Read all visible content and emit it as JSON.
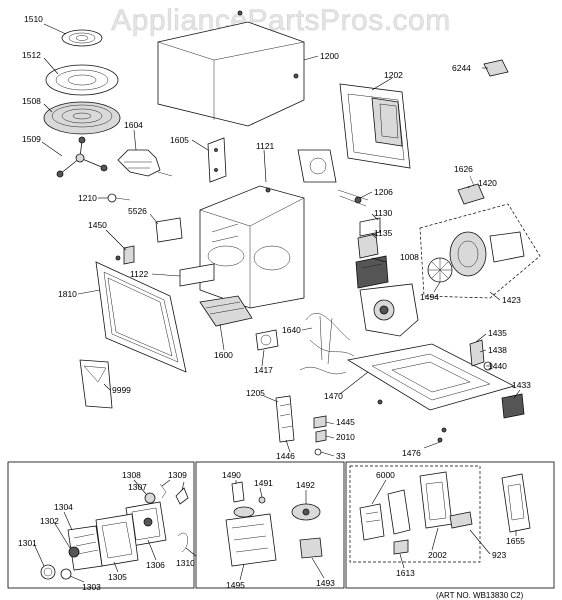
{
  "watermark": "AppliancePartsPros.com",
  "art_no": "(ART NO. WB13830 C2)",
  "labels": {
    "p1510": "1510",
    "p1512": "1512",
    "p1508": "1508",
    "p1509": "1509",
    "p1604": "1604",
    "p1605": "1605",
    "p1200": "1200",
    "p1202": "1202",
    "p6244": "6244",
    "p1121": "1121",
    "p1206": "1206",
    "p1626": "1626",
    "p1420": "1420",
    "p1210": "1210",
    "p5526": "5526",
    "p1450": "1450",
    "p1130": "1130",
    "p1135": "1135",
    "p1008": "1008",
    "p1122": "1122",
    "p1494": "1494",
    "p1423": "1423",
    "p1810": "1810",
    "p1640": "1640",
    "p1600": "1600",
    "p1417": "1417",
    "p1435": "1435",
    "p1438": "1438",
    "p1440": "1440",
    "p9999": "9999",
    "p1470": "1470",
    "p1433": "1433",
    "p1205": "1205",
    "p1445": "1445",
    "p2010": "2010",
    "p1446": "1446",
    "p33": "33",
    "p1476": "1476",
    "p1308": "1308",
    "p1309": "1309",
    "p1307": "1307",
    "p1304": "1304",
    "p1302": "1302",
    "p1301": "1301",
    "p1306": "1306",
    "p1305": "1305",
    "p1303": "1303",
    "p1310": "1310",
    "p1490": "1490",
    "p1491": "1491",
    "p1492": "1492",
    "p1495": "1495",
    "p1493": "1493",
    "p6000": "6000",
    "p1655": "1655",
    "p1613": "1613",
    "p2002": "2002",
    "p923": "923"
  }
}
